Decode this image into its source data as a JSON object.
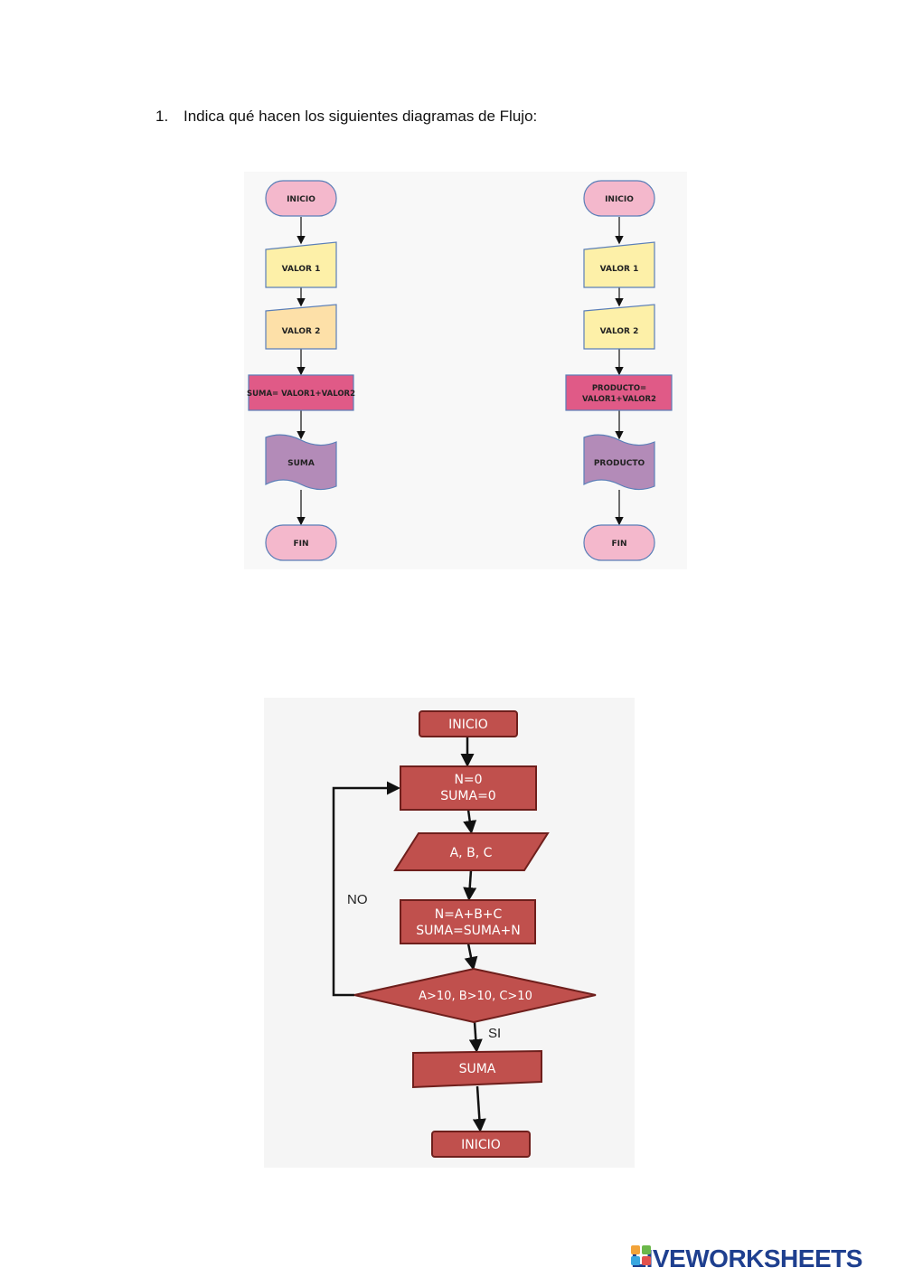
{
  "question": {
    "number": "1.",
    "text": "Indica qué hacen los siguientes diagramas de Flujo:"
  },
  "diagram_suma": {
    "start": "INICIO",
    "input1": "VALOR 1",
    "input2": "VALOR 2",
    "process": "SUMA= VALOR1+VALOR2",
    "output": "SUMA",
    "end": "FIN"
  },
  "diagram_producto": {
    "start": "INICIO",
    "input1": "VALOR 1",
    "input2": "VALOR 2",
    "process_line1": "PRODUCTO=",
    "process_line2": "VALOR1+VALOR2",
    "output": "PRODUCTO",
    "end": "FIN"
  },
  "diagram_loop": {
    "start": "INICIO",
    "init_line1": "N=0",
    "init_line2": "SUMA=0",
    "input": "A, B, C",
    "calc_line1": "N=A+B+C",
    "calc_line2": "SUMA=SUMA+N",
    "decision": "A>10, B>10, C>10",
    "label_no": "NO",
    "label_si": "SI",
    "output": "SUMA",
    "end": "INICIO"
  },
  "colors": {
    "terminal_pink": "#f4b8cc",
    "input_yellow": "#fdf0a8",
    "input_orange": "#fde0a8",
    "process_magenta": "#e05a87",
    "output_purple": "#b38bb8",
    "shape_stroke_blue": "#5b7fb8",
    "flow_red": "#c0504d",
    "flow_red_stroke": "#6e1f1c",
    "brand_blue": "#1e3f8f"
  },
  "branding": {
    "name": "LIVEWORKSHEETS",
    "icon": "liveworksheets-logo-icon"
  }
}
